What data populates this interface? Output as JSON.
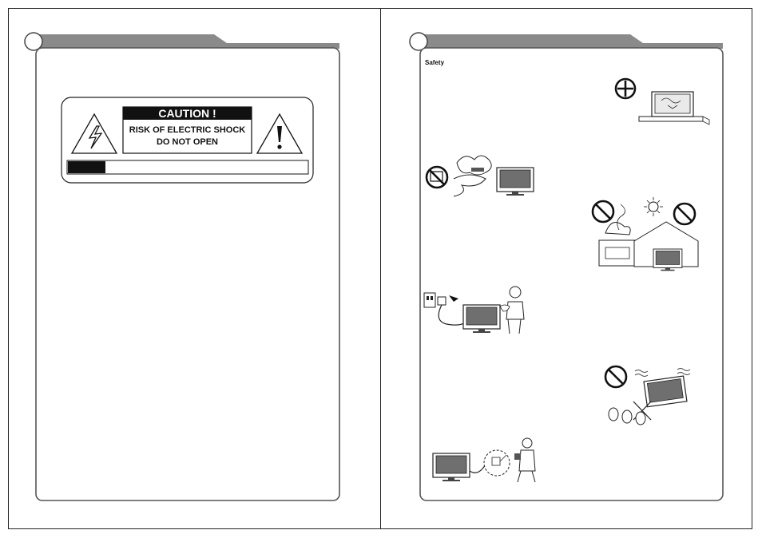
{
  "left_page": {
    "caution_label": {
      "title": "CAUTION !",
      "line1": "RISK OF ELECTRIC SHOCK",
      "line2": "DO NOT OPEN"
    }
  },
  "right_page": {
    "section_title": "Safety"
  },
  "colors": {
    "header_tab": "#808080",
    "panel_border": "#5a5a5a",
    "caution_fill": "#111111"
  },
  "icons": [
    "lightning-warning-icon",
    "exclamation-warning-icon",
    "prohibited-icon",
    "plus-icon"
  ]
}
